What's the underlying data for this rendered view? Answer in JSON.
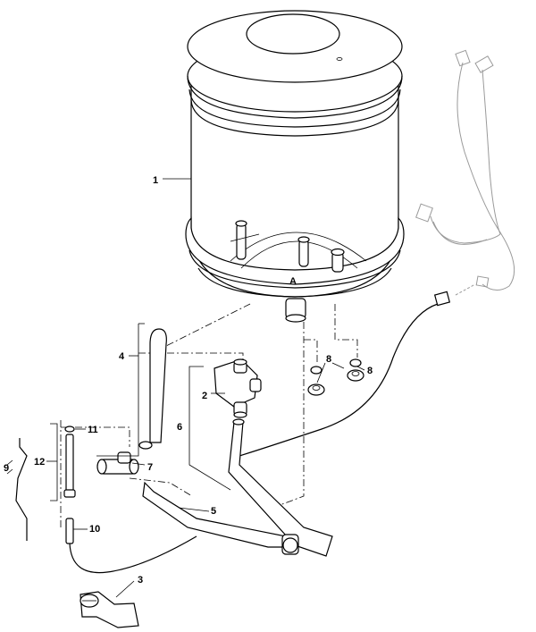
{
  "callouts": {
    "c1": "1",
    "c2": "2",
    "c3": "3",
    "c4": "4",
    "c5": "5",
    "c6": "6",
    "c7": "7",
    "c8a": "8",
    "c8b": "8",
    "c9": "9",
    "c10": "10",
    "c11": "11",
    "c12": "12"
  },
  "tank_mark": "A"
}
